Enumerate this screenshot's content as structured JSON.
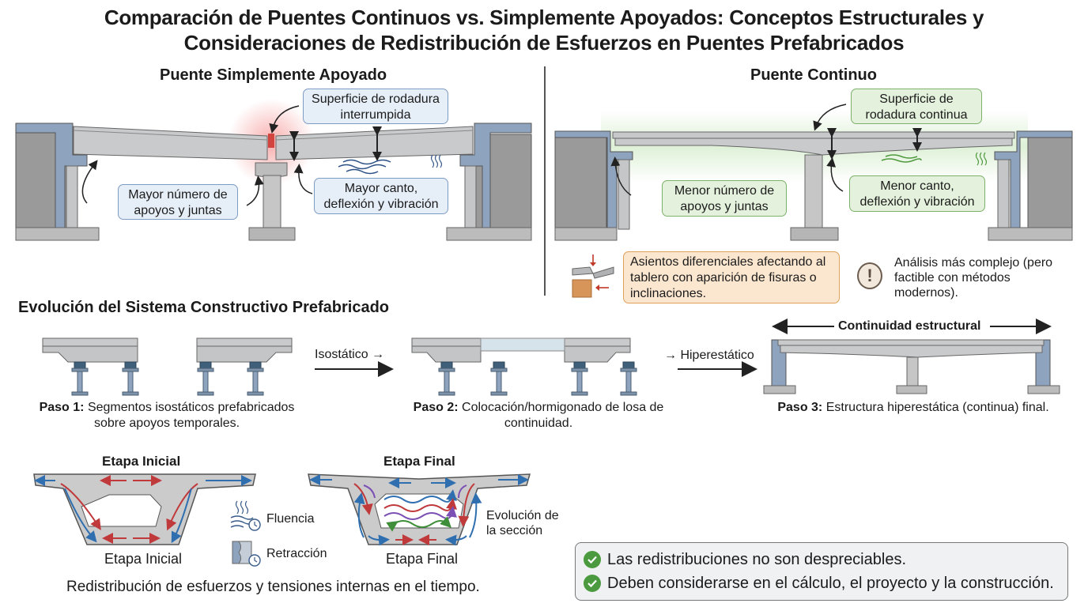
{
  "title": {
    "line1": "Comparación de Puentes Continuos vs. Simplemente Apoyados: Conceptos Estructurales y",
    "line2": "Consideraciones de Redistribución de Esfuerzos en Puentes Prefabricados"
  },
  "simple_bridge": {
    "heading": "Puente Simplemente Apoyado",
    "callouts": {
      "surface": "Superficie de rodadura interrumpida",
      "supports": "Mayor número de apoyos y juntas",
      "depth": "Mayor canto, deflexión y vibración"
    },
    "icons": [
      "joint-gap-icon",
      "vibration-wave-icon",
      "heat-wave-icon",
      "depth-arrow-icon"
    ]
  },
  "continuous_bridge": {
    "heading": "Puente Continuo",
    "callouts": {
      "surface": "Superficie de rodadura continua",
      "supports": "Menor número de apoyos y juntas",
      "depth": "Menor canto, deflexión y vibración"
    },
    "warning": "Asientos diferenciales afectando al tablero con aparición de fisuras o inclinaciones.",
    "note": "Análisis más complejo (pero factible con métodos modernos).",
    "icons": [
      "settlement-icon",
      "exclamation-icon"
    ]
  },
  "evolution": {
    "heading": "Evolución del Sistema Constructivo Prefabricado",
    "arrow1": "Isostático →",
    "arrow2": "→ Hiperestático",
    "continuity_label": "Continuidad estructural",
    "steps": [
      {
        "label": "Paso 1:",
        "text": "Segmentos isostáticos prefabricados sobre apoyos temporales."
      },
      {
        "label": "Paso 2:",
        "text": "Colocación/hormigonado de losa de continuidad."
      },
      {
        "label": "Paso 3:",
        "text": "Estructura hiperestática (continua) final."
      }
    ]
  },
  "redistribution": {
    "initial_heading": "Etapa Inicial",
    "initial_caption": "Etapa Inicial",
    "final_heading": "Etapa Final",
    "final_caption": "Etapa Final",
    "creep": "Fluencia",
    "shrinkage": "Retracción",
    "section_evolution": "Evolución de la sección",
    "footer": "Redistribución de esfuerzos y tensiones internas en el tiempo."
  },
  "summary": {
    "items": [
      "Las redistribuciones no son despreciables.",
      "Deben considerarse en el cálculo, el proyecto y la construcción."
    ]
  },
  "colors": {
    "blue_callout": "#e6eef8",
    "green_callout": "#e4f1dc",
    "orange_callout": "#fbe6cf",
    "tension_red": "#c0393b",
    "compression_blue": "#2f6fb0",
    "check_green": "#4c9a3f",
    "concrete": "#c9cacb",
    "abutment_blue": "#8ea3bd"
  }
}
